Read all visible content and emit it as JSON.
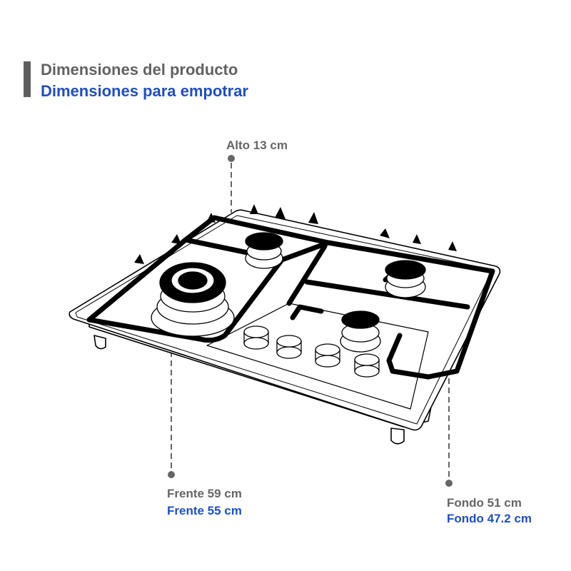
{
  "header": {
    "title_product": "Dimensiones del producto",
    "title_embed": "Dimensiones para empotrar"
  },
  "dimensions": {
    "height": {
      "product": "Alto 13 cm"
    },
    "front": {
      "product": "Frente 59 cm",
      "embed": "Frente 55 cm"
    },
    "depth": {
      "product": "Fondo 51 cm",
      "embed": "Fondo 47.2 cm"
    }
  },
  "diagram": {
    "subject": "gas-cooktop-4-burners",
    "burners": 4,
    "knobs": 4
  },
  "colors": {
    "product_text": "#666666",
    "embed_text": "#1f4ec4",
    "accent_bar": "#5f5f5f",
    "line": "#000000"
  }
}
